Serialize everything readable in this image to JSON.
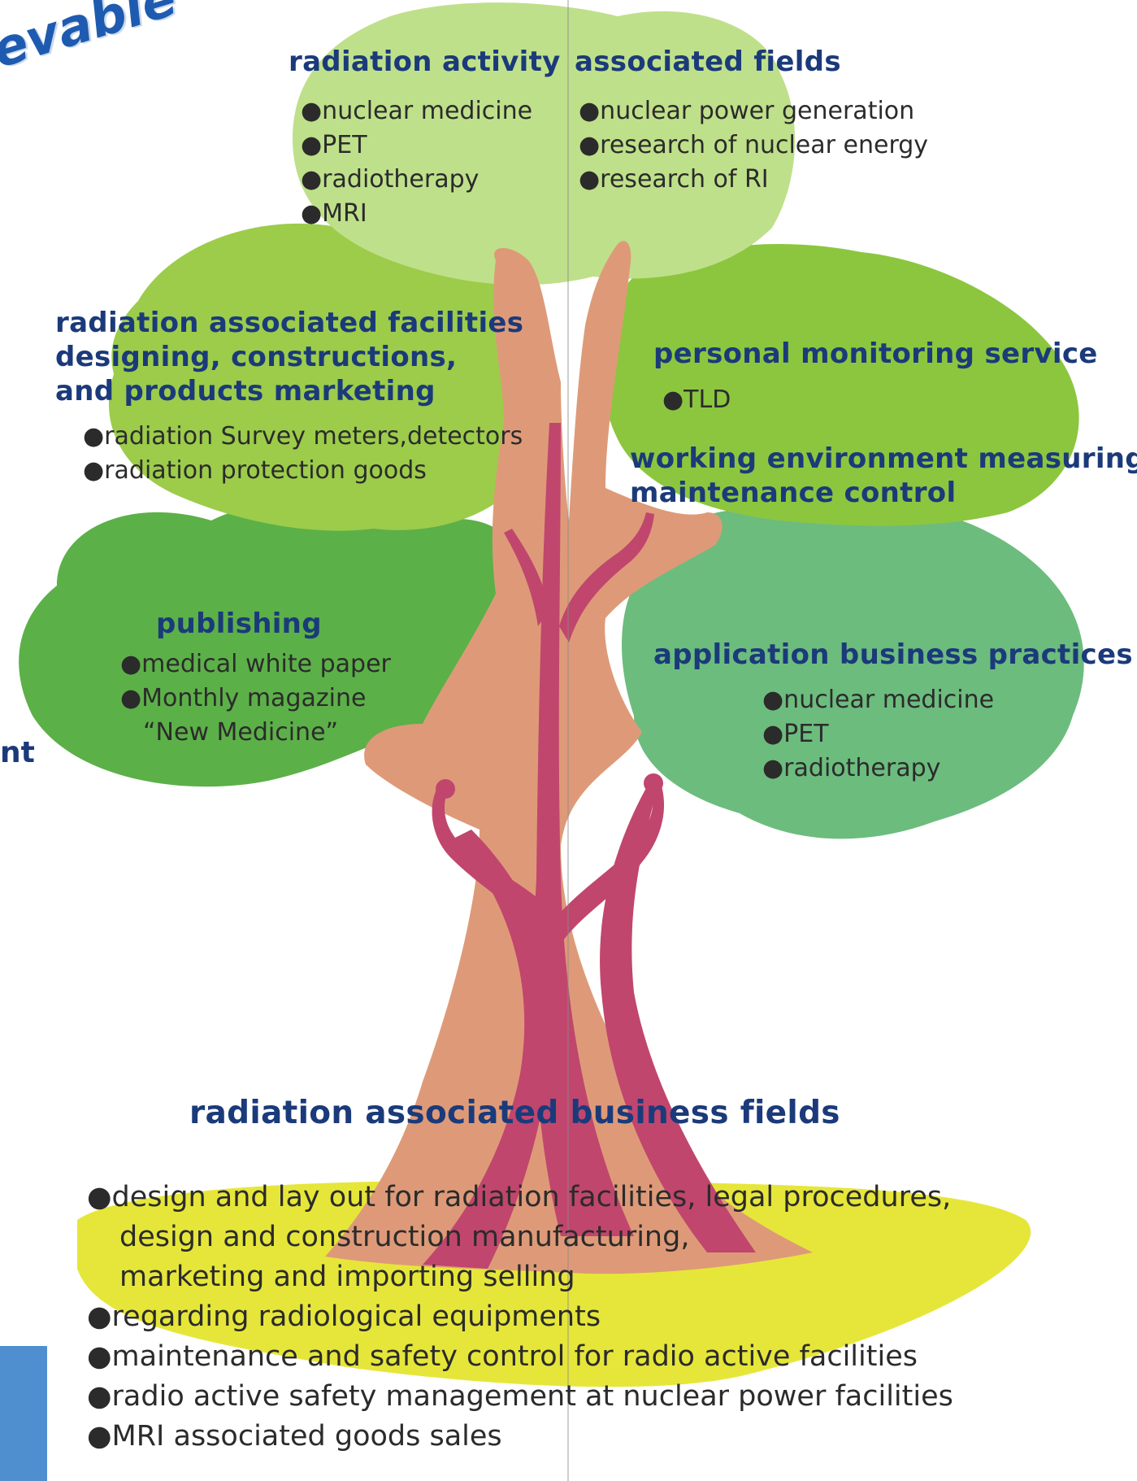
{
  "corner_text": "evable",
  "edge_text": "nt",
  "sections": {
    "radiation_activity": {
      "title": "radiation activity",
      "items": [
        "●nuclear medicine",
        "●PET",
        "●radiotherapy",
        "●MRI"
      ]
    },
    "associated_fields": {
      "title": "associated fields",
      "items": [
        "●nuclear power generation",
        "●research of nuclear energy",
        "●research of RI"
      ]
    },
    "facilities": {
      "title_lines": [
        "radiation associated facilities",
        "designing, constructions,",
        "and products marketing"
      ],
      "items": [
        "●radiation Survey meters,detectors",
        "●radiation protection goods"
      ]
    },
    "personal_monitoring": {
      "title": "personal monitoring service",
      "items": [
        "●TLD"
      ]
    },
    "working_environment": {
      "title_lines": [
        "working environment measuring,",
        "maintenance control"
      ]
    },
    "publishing": {
      "title": "publishing",
      "items": [
        "●medical white paper",
        "●Monthly magazine",
        "“New Medicine”"
      ]
    },
    "application_business": {
      "title": "application business practices",
      "items": [
        "●nuclear medicine",
        "●PET",
        "●radiotherapy"
      ]
    },
    "business_fields": {
      "title": "radiation associated business fields",
      "items": [
        "●design and lay out for radiation facilities, legal procedures,",
        "design and construction manufacturing,",
        "marketing and importing selling",
        "●regarding radiological equipments",
        "●maintenance and safety control for radio active facilities",
        "●radio active safety management at nuclear power facilities",
        "●MRI associated goods sales"
      ]
    }
  },
  "colors": {
    "canopy_top": "#bfe08a",
    "canopy_left": "#9ccc4a",
    "canopy_right": "#8cc63f",
    "canopy_lower_left": "#5cb048",
    "canopy_lower_right": "#6cbc7e",
    "trunk": "#de9a78",
    "trunk_vein": "#c0466e",
    "ground": "#e6e63a",
    "heading": "#1b3a7a"
  }
}
